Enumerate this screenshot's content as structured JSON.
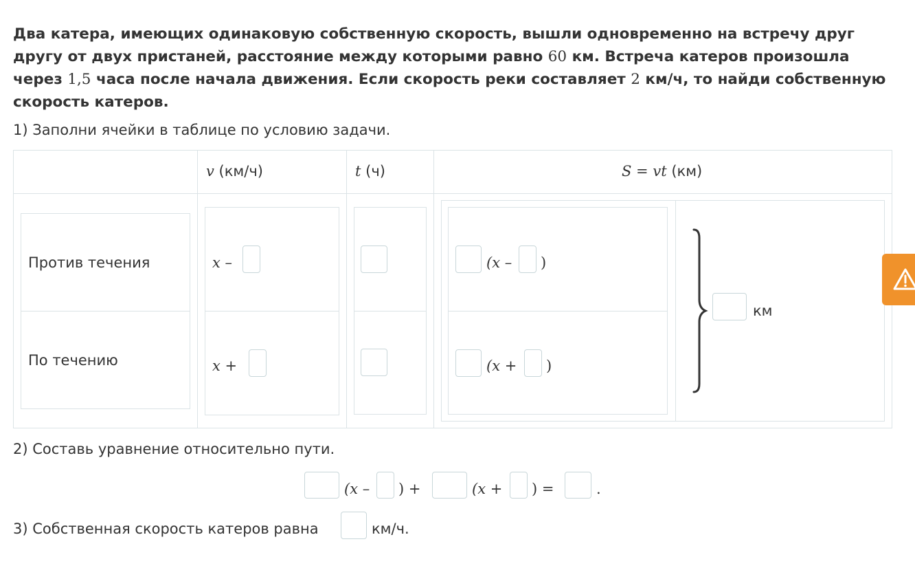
{
  "problem": {
    "p1": "Два катера, имеющих одинаковую собственную скорость, вышли одновременно на встречу друг другу от двух пристаней, расстояние между которыми равно ",
    "distance": "60",
    "p2": " км. Встреча катеров произошла через ",
    "time": "1,5",
    "p3": " часа после начала движения. Если скорость реки составляет ",
    "river_speed": "2",
    "p4": " км/ч, то найди собственную скорость катеров."
  },
  "step1": {
    "text": "1) Заполни ячейки в таблице по условию задачи."
  },
  "table": {
    "headers": {
      "v_var": "v",
      "v_unit": " (км/ч)",
      "t_var": "t",
      "t_unit": " (ч)",
      "s_formula": "S = vt",
      "s_unit": " (км)"
    },
    "rows": [
      {
        "label": "Против течения",
        "v_prefix": "x –",
        "s_open": "(x –",
        "s_close": ")"
      },
      {
        "label": "По течению",
        "v_prefix": "x +",
        "s_open": "(x +",
        "s_close": ")"
      }
    ],
    "total_unit": "км"
  },
  "step2": {
    "text": "2) Составь уравнение относительно пути.",
    "open1": "(x –",
    "close1": ") +",
    "open2": "(x +",
    "close2": ") =",
    "end": "."
  },
  "step3": {
    "text": "3) Собственная скорость катеров равна",
    "unit": "км/ч."
  },
  "colors": {
    "accent": "#f0922b",
    "border": "#dbe3e6",
    "input_border": "#c8d6d9",
    "text": "#333333"
  }
}
